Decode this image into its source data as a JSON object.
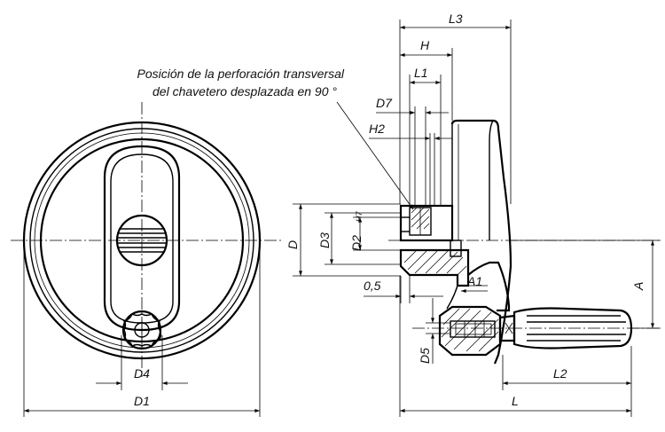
{
  "note": {
    "line1": "Posición de la perforación transversal",
    "line2": "del chavetero desplazada en 90 °"
  },
  "dimensions": {
    "d1": "D1",
    "d4": "D4",
    "d": "D",
    "d3": "D3",
    "d2": "D2",
    "d2_tolerance": "H7",
    "l3": "L3",
    "h": "H",
    "l1": "L1",
    "d7": "D7",
    "h2": "H2",
    "offset": "0,5",
    "a1": "A1",
    "a": "A",
    "d5": "D5",
    "l2": "L2",
    "l": "L"
  },
  "colors": {
    "line": "#000000",
    "background": "#ffffff"
  }
}
